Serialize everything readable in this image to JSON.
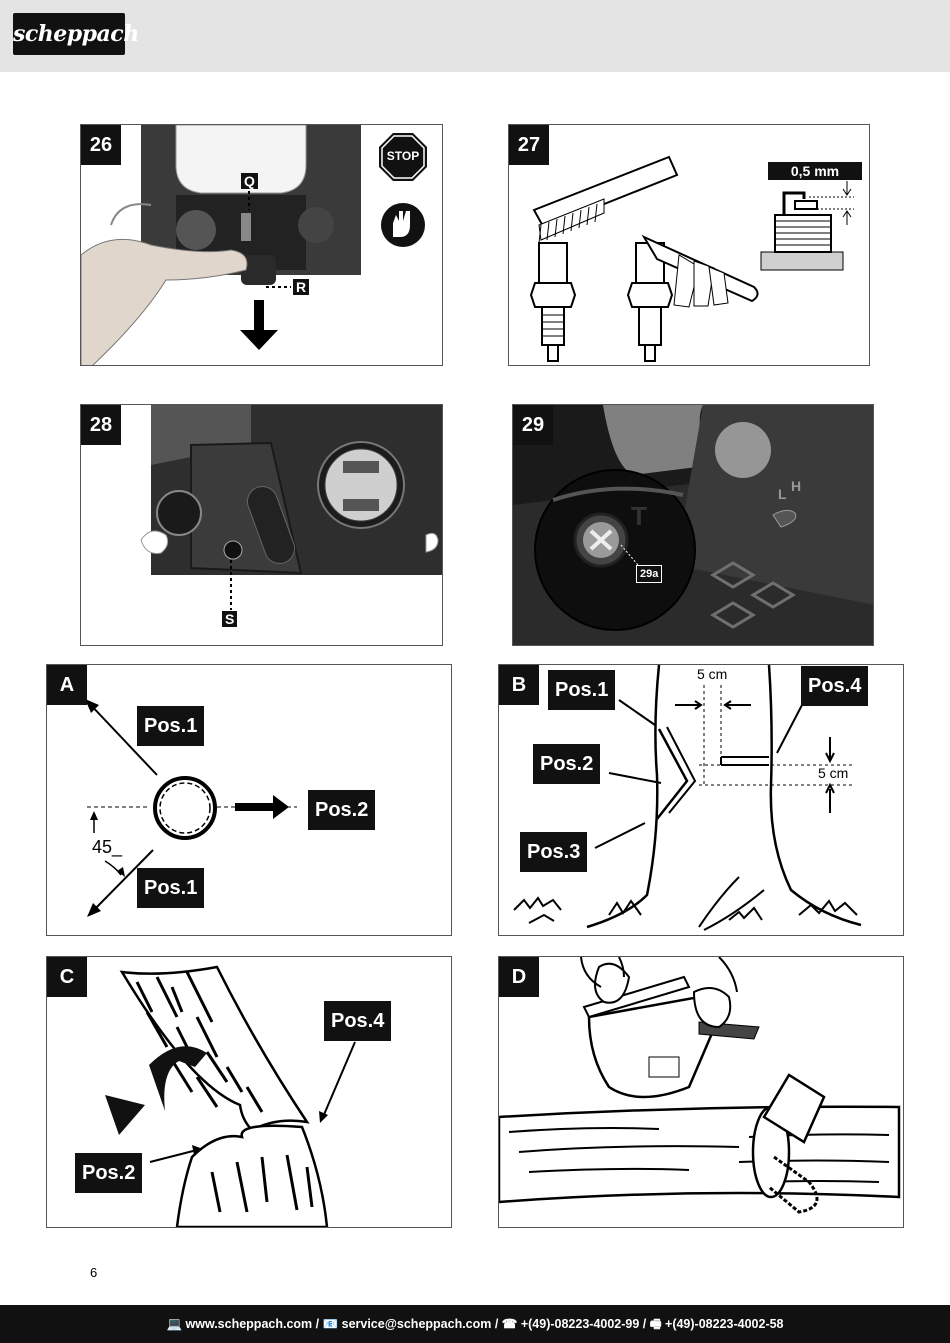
{
  "header": {
    "brand": "scheppach"
  },
  "figures": {
    "fig26": {
      "number": "26",
      "label_q": "Q",
      "label_r": "R",
      "stop_text": "STOP",
      "icons": [
        "stop-sign-icon",
        "gloves-icon",
        "arrow-down-icon"
      ]
    },
    "fig27": {
      "number": "27",
      "gap": "0,5 mm",
      "icons": [
        "wire-brush-icon",
        "spark-plug-icon",
        "feeler-gauge-icon"
      ]
    },
    "fig28": {
      "number": "28",
      "label_s": "S"
    },
    "fig29": {
      "number": "29",
      "label_29a": "29a",
      "label_l": "L",
      "label_h": "H",
      "label_t": "T"
    },
    "figA": {
      "number": "A",
      "pos1_upper": "Pos.1",
      "pos1_lower": "Pos.1",
      "pos2": "Pos.2",
      "angle": "45_"
    },
    "figB": {
      "number": "B",
      "pos1": "Pos.1",
      "pos2": "Pos.2",
      "pos3": "Pos.3",
      "pos4": "Pos.4",
      "dim_top": "5 cm",
      "dim_side": "5 cm"
    },
    "figC": {
      "number": "C",
      "pos2": "Pos.2",
      "pos4": "Pos.4"
    },
    "figD": {
      "number": "D"
    }
  },
  "page_number": "6",
  "footer": {
    "text": "💻 www.scheppach.com / 📧 service@scheppach.com / ☎ +(49)-08223-4002-99 / 🖷 +(49)-08223-4002-58"
  }
}
